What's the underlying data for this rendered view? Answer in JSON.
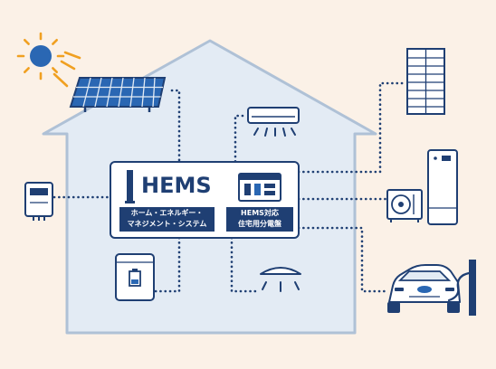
{
  "hems": {
    "title": "HEMS",
    "system_label_line1": "ホーム・エネルギー・",
    "system_label_line2": "マネジメント・システム",
    "panel_label_line1": "HEMS対応",
    "panel_label_line2": "住宅用分電盤"
  },
  "colors": {
    "background": "#fbf1e7",
    "house_fill": "#e3ebf4",
    "house_outline": "#afc1d6",
    "navy": "#1f3f73",
    "accent_blue": "#2a67b3",
    "sun_orange": "#f0a021"
  },
  "devices": [
    {
      "icon": "solar-panel-icon"
    },
    {
      "icon": "sun-icon"
    },
    {
      "icon": "air-conditioner-icon"
    },
    {
      "icon": "apartment-building-icon"
    },
    {
      "icon": "smart-meter-icon"
    },
    {
      "icon": "heat-pump-water-heater-icon"
    },
    {
      "icon": "home-battery-icon"
    },
    {
      "icon": "ceiling-light-icon"
    },
    {
      "icon": "electric-car-icon"
    },
    {
      "icon": "ev-charger-icon"
    }
  ]
}
